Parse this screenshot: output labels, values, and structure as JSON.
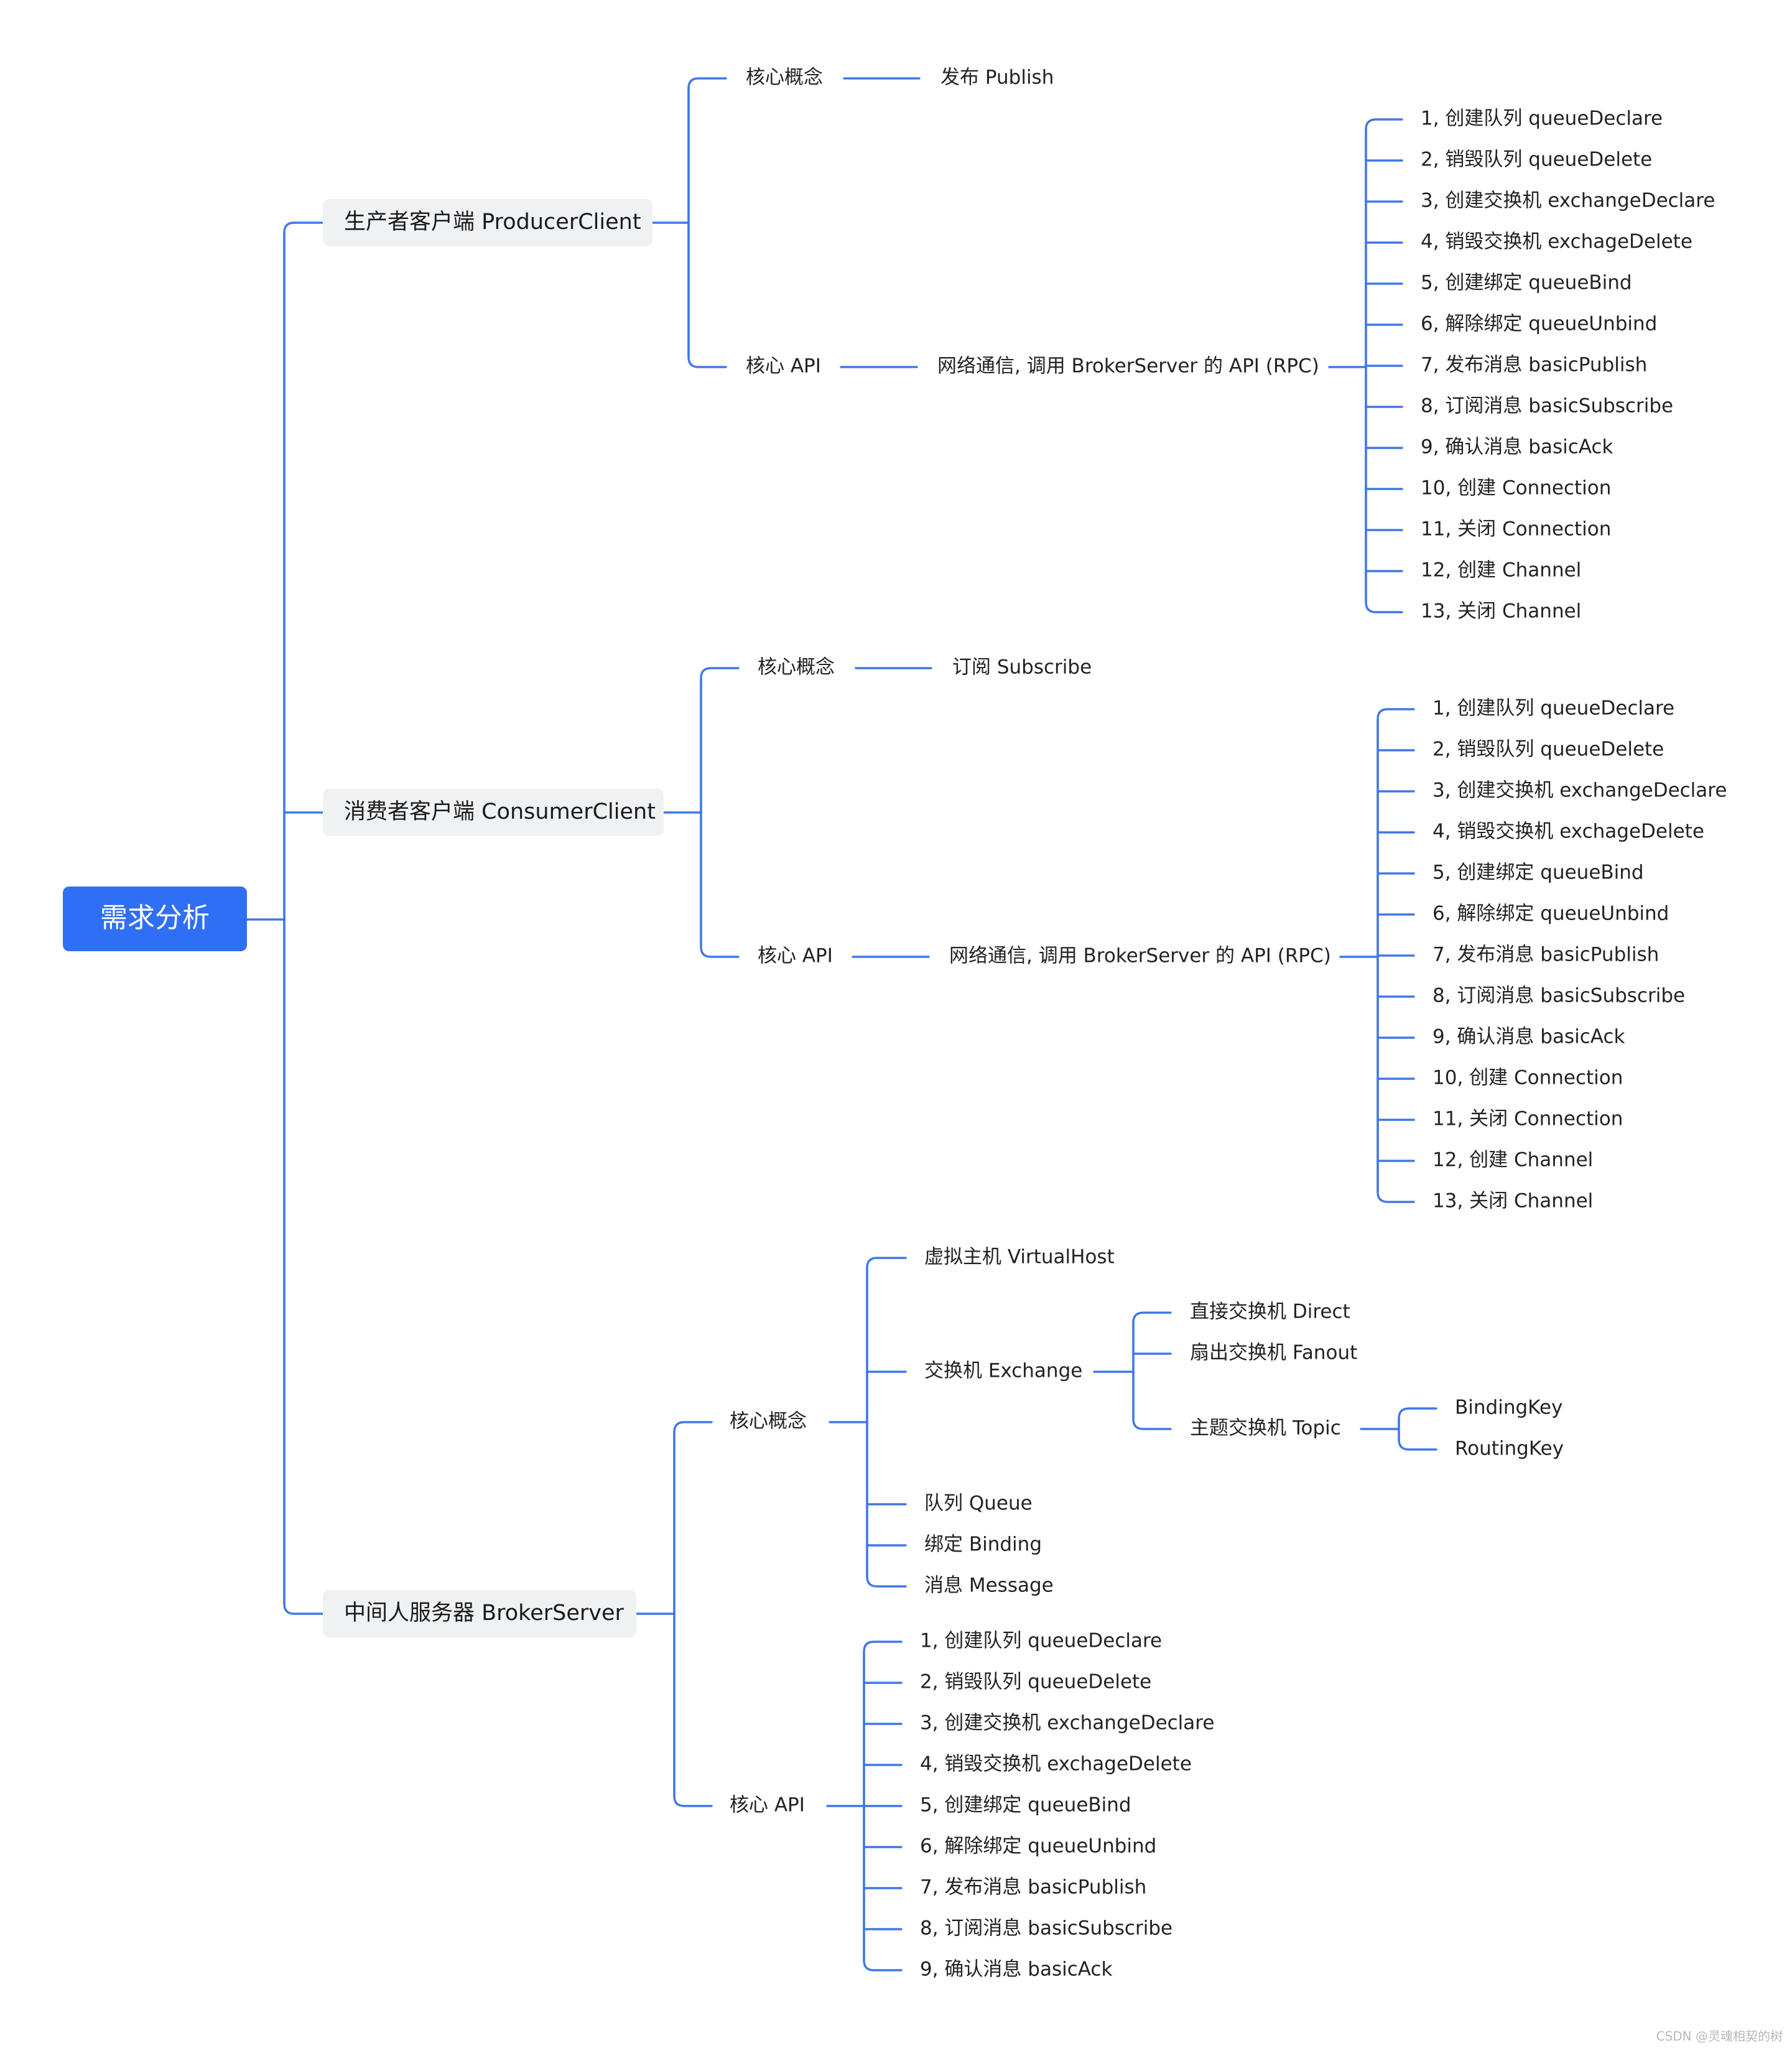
{
  "root": "需求分析",
  "api_items_full": [
    "1, 创建队列 queueDeclare",
    "2, 销毁队列 queueDelete",
    "3, 创建交换机 exchangeDeclare",
    "4, 销毁交换机 exchageDelete",
    "5, 创建绑定 queueBind",
    "6, 解除绑定 queueUnbind",
    "7, 发布消息 basicPublish",
    "8, 订阅消息 basicSubscribe",
    "9, 确认消息 basicAck",
    "10, 创建 Connection",
    "11, 关闭 Connection",
    "12, 创建 Channel",
    "13, 关闭 Channel"
  ],
  "producer": {
    "title": "生产者客户端 ProducerClient",
    "core_concept": {
      "label": "核心概念",
      "child": "发布 Publish"
    },
    "core_api": {
      "label": "核心 API",
      "child": "网络通信, 调用 BrokerServer 的 API (RPC)"
    }
  },
  "consumer": {
    "title": "消费者客户端 ConsumerClient",
    "core_concept": {
      "label": "核心概念",
      "child": "订阅 Subscribe"
    },
    "core_api": {
      "label": "核心 API",
      "child": "网络通信, 调用 BrokerServer 的 API (RPC)"
    }
  },
  "broker": {
    "title": "中间人服务器 BrokerServer",
    "core_concept": {
      "label": "核心概念",
      "virtual_host": "虚拟主机 VirtualHost",
      "exchange": {
        "label": "交换机 Exchange",
        "direct": "直接交换机 Direct",
        "fanout": "扇出交换机 Fanout",
        "topic": {
          "label": "主题交换机 Topic",
          "keys": [
            "BindingKey",
            "RoutingKey"
          ]
        }
      },
      "queue": "队列 Queue",
      "binding": "绑定 Binding",
      "message": "消息 Message"
    },
    "core_api": {
      "label": "核心 API",
      "items": [
        "1, 创建队列 queueDeclare",
        "2, 销毁队列 queueDelete",
        "3, 创建交换机 exchangeDeclare",
        "4, 销毁交换机 exchageDelete",
        "5, 创建绑定 queueBind",
        "6, 解除绑定 queueUnbind",
        "7, 发布消息 basicPublish",
        "8, 订阅消息 basicSubscribe",
        "9, 确认消息 basicAck"
      ]
    }
  },
  "watermark": "CSDN @灵魂相契的树",
  "colors": {
    "line": "#3f78e6",
    "root_fill": "#2f6ff5",
    "branch_fill": "#f0f1f3"
  }
}
